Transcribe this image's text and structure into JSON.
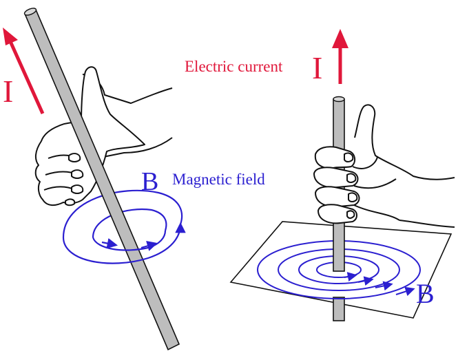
{
  "labels": {
    "left_current_symbol": "I",
    "left_field_symbol": "B",
    "left_field_caption": "Magnetic field",
    "right_current_caption": "Electric current",
    "right_current_symbol": "I",
    "right_field_symbol": "B"
  },
  "colors": {
    "current": "#e0173a",
    "field": "#2b1fd0",
    "outline": "#111111",
    "conductor": "#bdbdbd"
  }
}
